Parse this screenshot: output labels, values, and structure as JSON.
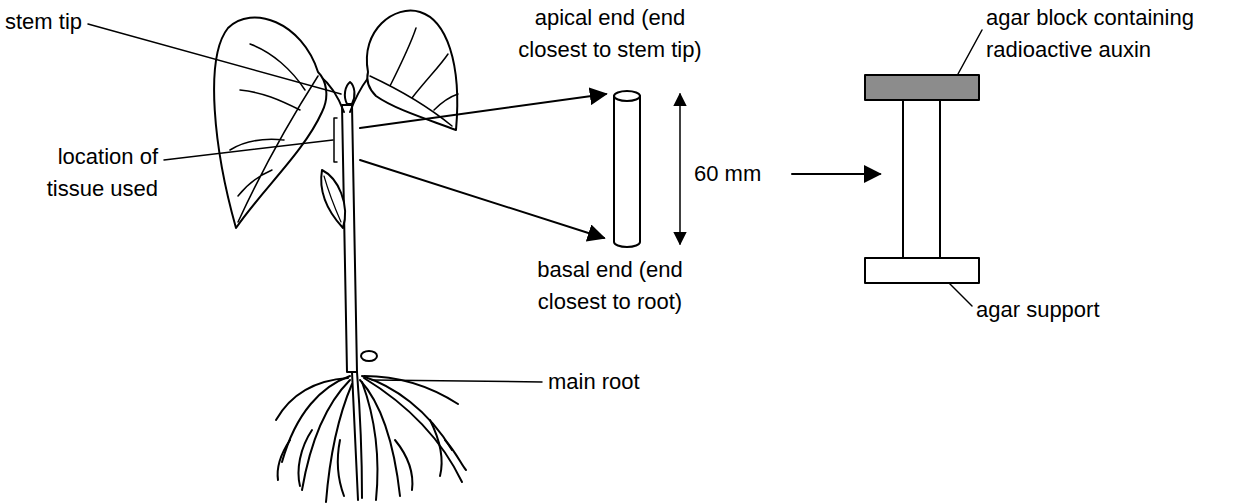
{
  "diagram": {
    "labels": [
      "stem tip",
      "location of tissue used",
      "main root",
      "apical end (end closest to stem tip)",
      "60 mm",
      "basal end (end closest to root)",
      "agar block containing radioactive auxin",
      "agar support"
    ]
  }
}
